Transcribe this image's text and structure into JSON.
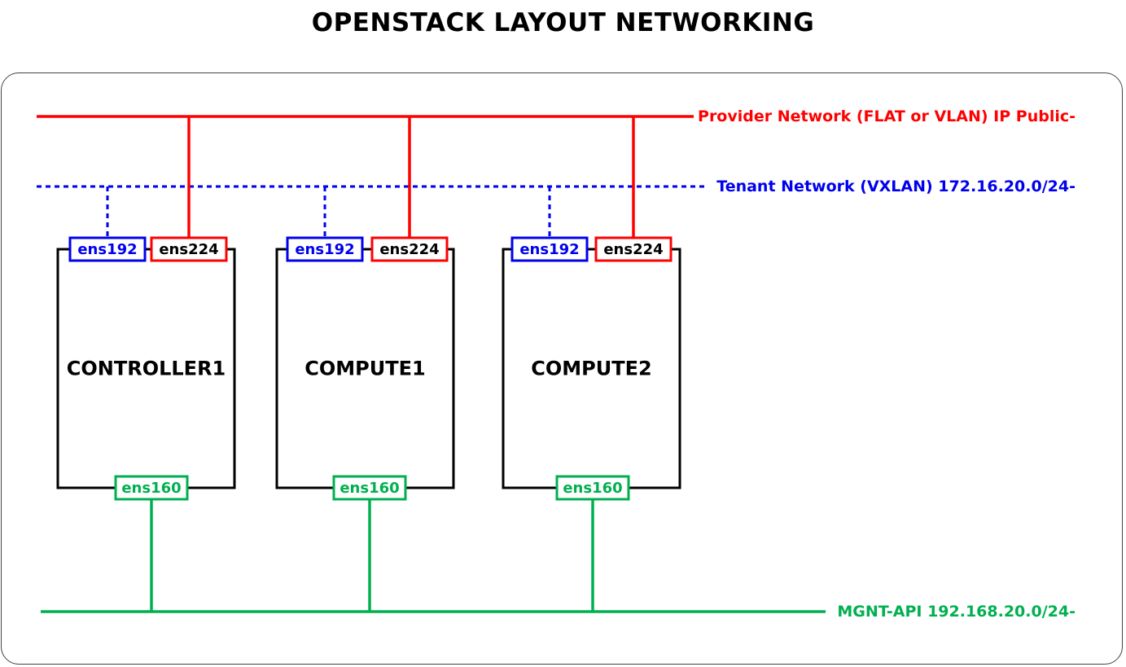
{
  "title": "OPENSTACK LAYOUT NETWORKING",
  "colors": {
    "provider": "#ff0000",
    "tenant": "#0000ee",
    "mgmt": "#00b050",
    "node_border": "#000000"
  },
  "networks": {
    "provider": {
      "label": "Provider Network (FLAT or VLAN) IP Public-",
      "style": "solid"
    },
    "tenant": {
      "label": "Tenant Network (VXLAN) 172.16.20.0/24-",
      "style": "dotted"
    },
    "mgmt": {
      "label": "MGNT-API 192.168.20.0/24-",
      "style": "solid"
    }
  },
  "nodes": [
    {
      "name": "CONTROLLER1",
      "tenant_port": "ens192",
      "provider_port": "ens224",
      "mgmt_port": "ens160"
    },
    {
      "name": "COMPUTE1",
      "tenant_port": "ens192",
      "provider_port": "ens224",
      "mgmt_port": "ens160"
    },
    {
      "name": "COMPUTE2",
      "tenant_port": "ens192",
      "provider_port": "ens224",
      "mgmt_port": "ens160"
    }
  ]
}
